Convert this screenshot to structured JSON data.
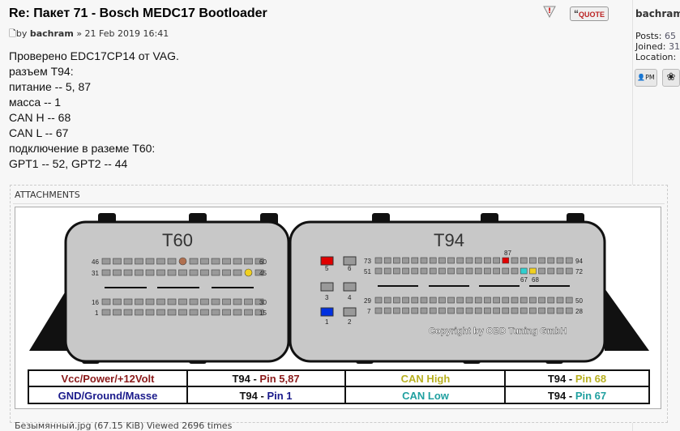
{
  "post": {
    "title": "Re: Пакет 71 - Bosch MEDC17 Bootloader",
    "by": "by",
    "author": "bachram",
    "date": "» 21 Feb 2019 16:41",
    "quote_label": "QUOTE",
    "body": [
      "Проверено EDC17CP14 от VAG.",
      "разъем Т94:",
      "питание -- 5, 87",
      "масса -- 1",
      "CAN H -- 68",
      "CAN L -- 67",
      "подключение в раземе Т60:",
      "GPT1 -- 52, GPT2 -- 44"
    ]
  },
  "profile": {
    "name": "bachram",
    "posts_label": "Posts:",
    "posts": "65",
    "joined_label": "Joined:",
    "joined": "31",
    "location_label": "Location:",
    "pm_label": "PM"
  },
  "attachments": {
    "label": "ATTACHMENTS",
    "caption": "Безымянный.jpg (67.15 KiB) Viewed 2696 times"
  },
  "diagram": {
    "t60": "T60",
    "t94": "T94",
    "t60_pins": [
      "46",
      "60",
      "31",
      "45",
      "16",
      "30",
      "1",
      "15"
    ],
    "t94_pins": [
      "73",
      "94",
      "51",
      "72",
      "29",
      "50",
      "7",
      "28",
      "87",
      "67",
      "68"
    ],
    "side_pins": [
      "5",
      "6",
      "3",
      "4",
      "1",
      "2"
    ],
    "copyright": "Copyright by OBD Tuning GmbH",
    "table": [
      [
        "Vcc/Power/+12Volt",
        "T94 - ",
        "Pin 5,87",
        "CAN High",
        "T94 - ",
        "Pin 68"
      ],
      [
        "GND/Ground/Masse",
        "T94 - ",
        "Pin 1",
        "CAN Low",
        "T94 - ",
        "Pin 67"
      ]
    ],
    "colors": {
      "power": "#8b1a1a",
      "ground": "#1a1a8b",
      "canh": "#b8b020",
      "canl": "#20a0a0",
      "red": "#e00000",
      "blue": "#0030e0",
      "yellow": "#f0d020",
      "cyan": "#30d0d0",
      "brown": "#b07050"
    }
  }
}
